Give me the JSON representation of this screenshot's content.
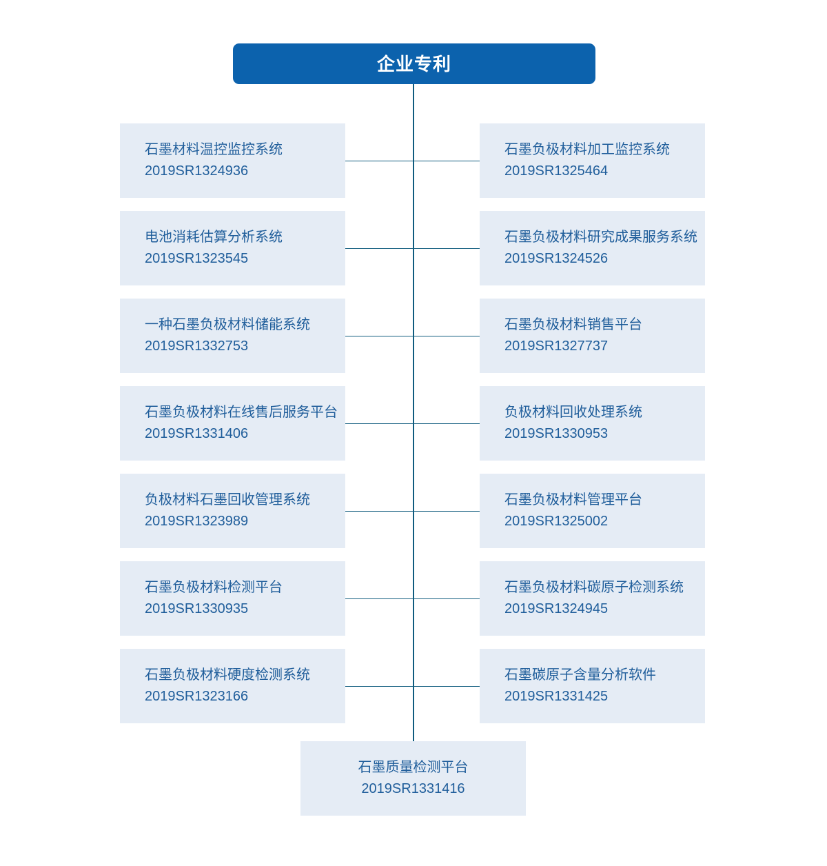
{
  "diagram": {
    "type": "tree-org-chart",
    "orientation": "vertical-spine-with-alternating-leaves",
    "colors": {
      "root_fill": "#0c62ad",
      "root_text": "#ffffff",
      "leaf_fill": "#e5ecf5",
      "leaf_text": "#205e9b",
      "connector_line": "#0f5b7e",
      "page_background": "#ffffff"
    },
    "root": {
      "label": "企业专利"
    },
    "left_column": [
      {
        "title": "石墨材料温控监控系统",
        "code": "2019SR1324936"
      },
      {
        "title": "电池消耗估算分析系统",
        "code": "2019SR1323545"
      },
      {
        "title": "一种石墨负极材料储能系统",
        "code": "2019SR1332753"
      },
      {
        "title": "石墨负极材料在线售后服务平台",
        "code": "2019SR1331406"
      },
      {
        "title": "负极材料石墨回收管理系统",
        "code": "2019SR1323989"
      },
      {
        "title": "石墨负极材料检测平台",
        "code": "2019SR1330935"
      },
      {
        "title": "石墨负极材料硬度检测系统",
        "code": "2019SR1323166"
      }
    ],
    "right_column": [
      {
        "title": "石墨负极材料加工监控系统",
        "code": "2019SR1325464"
      },
      {
        "title": "石墨负极材料研究成果服务系统",
        "code": "2019SR1324526"
      },
      {
        "title": "石墨负极材料销售平台",
        "code": "2019SR1327737"
      },
      {
        "title": "负极材料回收处理系统",
        "code": "2019SR1330953"
      },
      {
        "title": "石墨负极材料管理平台",
        "code": "2019SR1325002"
      },
      {
        "title": "石墨负极材料碳原子检测系统",
        "code": "2019SR1324945"
      },
      {
        "title": "石墨碳原子含量分析软件",
        "code": "2019SR1331425"
      }
    ],
    "bottom": {
      "title": "石墨质量检测平台",
      "code": "2019SR1331416"
    }
  }
}
